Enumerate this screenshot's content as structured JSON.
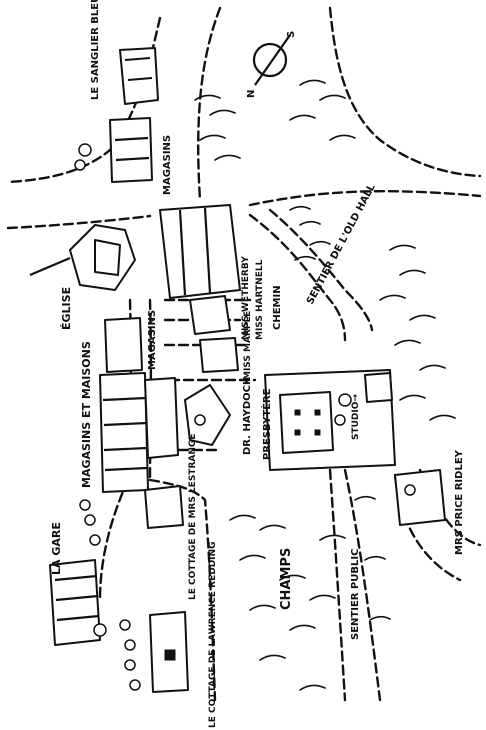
{
  "labels": {
    "sanglier_bleu": "LE SANGLIER BLEU",
    "magasins_top": "MAGASINS",
    "eglise": "ÉGLISE",
    "magasins_mid": "MAGASINS",
    "magasins_maisons": "MAGASINS ET MAISONS",
    "la_gare": "LA GARE",
    "miss_weatherby": "MISS WETHERBY",
    "miss_hartnell": "MISS HARTNELL",
    "miss_marple": "MISS MARPLE",
    "chemin": "CHEMIN",
    "sentier_old_hall": "SENTIER DE L'OLD HALL",
    "dr_haydock": "DR. HAYDOCK",
    "presbytere": "PRESBYTÈRE",
    "studio": "STUDIO→",
    "mrs_price_ridley": "MRS PRICE RIDLEY",
    "cottage_lestrange": "LE COTTAGE DE MRS LESTRANGE",
    "champs": "CHAMPS",
    "sentier_public": "SENTIER PUBLIC",
    "cottage_redding": "LE COTTAGE DE LAWRENCE REDDING"
  },
  "compass": {
    "n": "N",
    "s": "S"
  }
}
